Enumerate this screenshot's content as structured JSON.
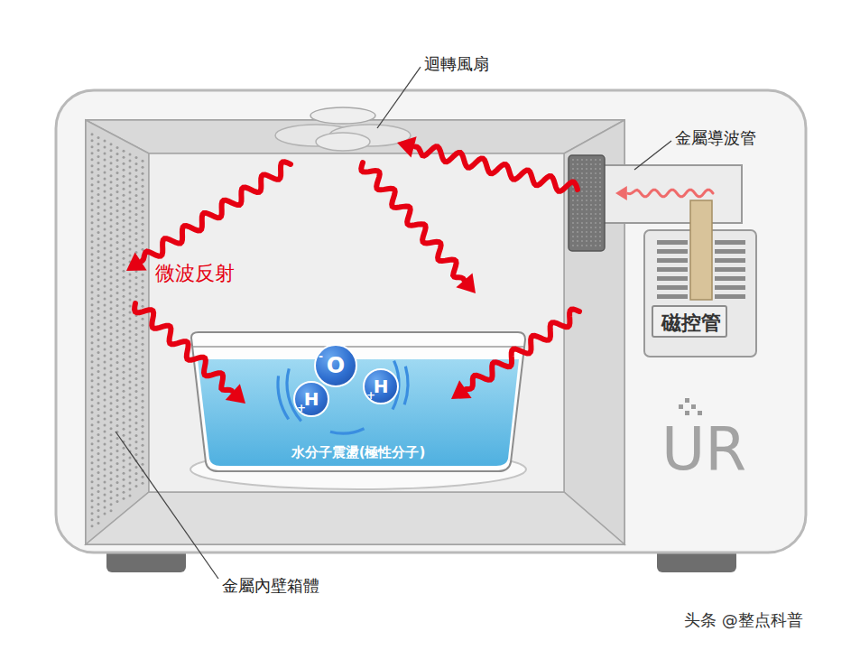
{
  "diagram": {
    "nodes": [
      {
        "text": [
          "水分子震盪(極性分子)"
        ]
      },
      {
        "text": [
          "H",
          "+"
        ],
        "in": 0
      },
      {
        "text": [
          "H",
          "+"
        ],
        "in": 0
      },
      {
        "text": [
          "O",
          "-"
        ],
        "in": 0
      },
      {
        "text": [
          "磁控管"
        ]
      }
    ],
    "labels": [
      "迴轉風扇",
      "金屬導波管",
      "微波反射",
      "金屬內壁箱體",
      "UR",
      "头条 @整点科普"
    ]
  }
}
